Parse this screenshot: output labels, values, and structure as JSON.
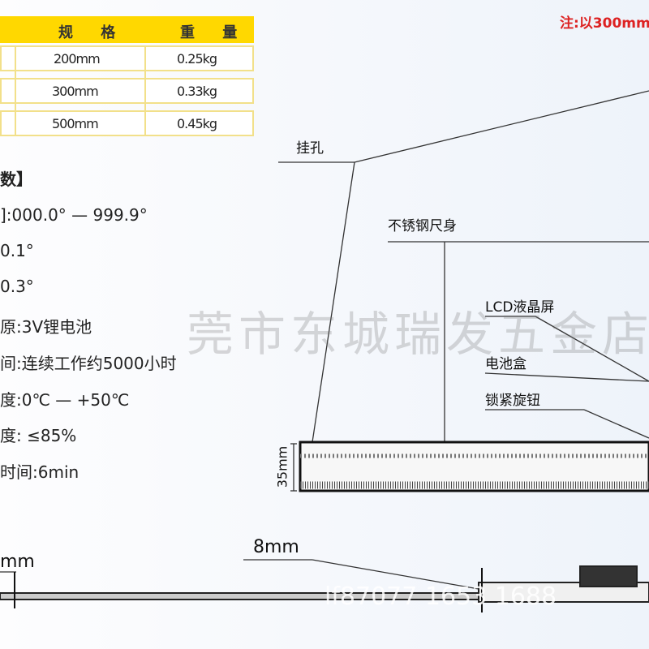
{
  "note": "注:以300mm",
  "table": {
    "headers": [
      "规 格",
      "重 量"
    ],
    "rows": [
      {
        "size": "200mm",
        "weight": "0.25kg"
      },
      {
        "size": "300mm",
        "weight": "0.33kg"
      },
      {
        "size": "500mm",
        "weight": "0.45kg"
      }
    ]
  },
  "specs": [
    "数】",
    "]:000.0°  —  999.9°",
    "0.1°",
    "0.3°",
    "原:3V锂电池",
    "间:连续工作约5000小时",
    "度:0℃  —  +50℃",
    "度: ≤85%",
    "时间:6min"
  ],
  "labels": {
    "hang_hole": "挂孔",
    "ruler_body": "不锈钢尺身",
    "lcd": "LCD液晶屏",
    "battery": "电池盒",
    "lock_knob": "锁紧旋钮",
    "width": "35mm",
    "thickness": "8mm",
    "left_mm": "mm"
  },
  "watermark": "莞市东城瑞发五金店",
  "watermark2": "lf87077 1653 1688",
  "colors": {
    "header": "#ffd800",
    "note": "#dd2222"
  }
}
